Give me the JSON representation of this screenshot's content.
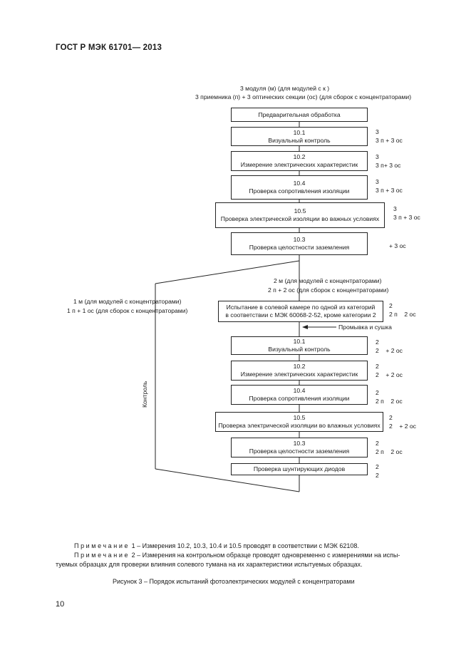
{
  "header": {
    "title": "ГОСТ Р МЭК  61701— 2013"
  },
  "top": {
    "line1": "3 модуля (м) (для модулей с к                                   )",
    "line2": "3 приемника (п) + 3 оптических секции (ос) (для сборок с концентраторами)"
  },
  "stage1": {
    "preprocess": "Предварительная обработка",
    "b1": {
      "num": "10.1",
      "label": "Визуальный контроль",
      "c1": "3",
      "c2": "3 п + 3 ос"
    },
    "b2": {
      "num": "10.2",
      "label": "Измерение электрических характеристик",
      "c1": "3",
      "c2": "3 п+ 3 ос"
    },
    "b3": {
      "num": "10.4",
      "label": "Проверка сопротивления изоляции",
      "c1": "3",
      "c2": "3 п + 3 ос"
    },
    "b4": {
      "num": "10.5",
      "label": "Проверка электрической изоляции во важных условиях",
      "c1": "3",
      "c2": "3 п + 3 ос"
    },
    "b5": {
      "num": "10.3",
      "label": "Проверка целостности заземления",
      "c1": "+ 3 ос"
    }
  },
  "split": {
    "right1": "2 м (для модулей с концентраторами)",
    "right2": "2 п + 2 ос (для сборок с концентраторами)",
    "left1": "1 м (для модулей с концентраторами)",
    "left2": "1 п + 1 ос (для сборок с концентраторами)"
  },
  "salt": {
    "line1": "Испытание в солевой камере по одной из категорий",
    "line2": "в соответствии с МЭК 60068-2-52, кроме категории 2",
    "c1": "2",
    "c2": "2 п    2 ос",
    "wash": "Промывка и сушка"
  },
  "stage2": {
    "b1": {
      "num": "10.1",
      "label": "Визуальный контроль",
      "c1": "2",
      "c2": "2    + 2 ос"
    },
    "b2": {
      "num": "10.2",
      "label": "Измерение электрических характеристик",
      "c1": "2",
      "c2": "2    + 2 ос"
    },
    "b3": {
      "num": "10.4",
      "label": "Проверка сопротивления изоляции",
      "c1": "2",
      "c2": "2 п    2 ос"
    },
    "b4": {
      "num": "10.5",
      "label": "Проверка электрической изоляции во влажных условиях",
      "c1": "2",
      "c2": "2    + 2 ос"
    },
    "b5": {
      "num": "10.3",
      "label": "Проверка целостности заземления",
      "c1": "2",
      "c2": "2 п    2 ос"
    },
    "b6": {
      "label": "Проверка шунтирующих диодов",
      "c1": "2",
      "c2": "2"
    }
  },
  "control_label": "Контроль",
  "notes": {
    "n1_prefix": "Примечание",
    "n1_text": " 1 – Измерения 10.2, 10.3, 10.4 и 10.5 проводят в соответствии с МЭК 62108.",
    "n2_prefix": "Примечание",
    "n2_text": " 2 – Измерения на контрольном образце проводят одновременно с измерениями на испы-",
    "n2_cont": "туемых образцах для проверки влияния солевого тумана на их характеристики испытуемых образцах."
  },
  "caption": "Рисунок 3 – Порядок испытаний фотоэлектрических модулей с концентраторами",
  "page_number": "10"
}
